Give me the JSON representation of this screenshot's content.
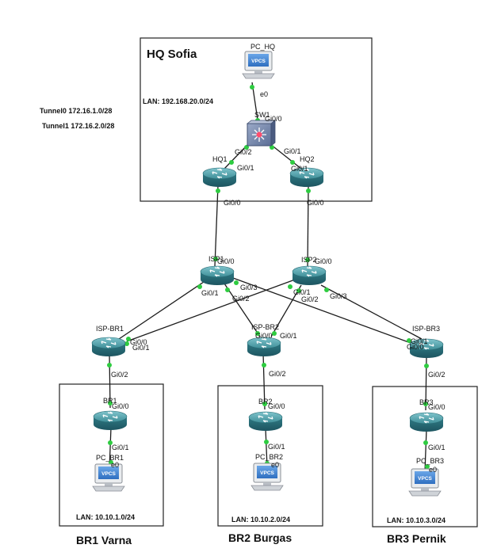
{
  "sites": {
    "hq": {
      "title": "HQ Sofia",
      "lan": "LAN: 192.168.20.0/24"
    },
    "br1": {
      "title": "BR1 Varna",
      "lan": "LAN: 10.10.1.0/24"
    },
    "br2": {
      "title": "BR2 Burgas",
      "lan": "LAN: 10.10.2.0/24"
    },
    "br3": {
      "title": "BR3 Pernik",
      "lan": "LAN: 10.10.3.0/24"
    }
  },
  "tunnels": [
    "Tunnel0 172.16.1.0/28",
    "Tunnel1 172.16.2.0/28"
  ],
  "devices": {
    "pc_hq": "PC_HQ",
    "sw1": "SW1",
    "hq1": "HQ1",
    "hq2": "HQ2",
    "isp1": "ISP1",
    "isp2": "ISP2",
    "isp_br1": "ISP-BR1",
    "isp_br2": "ISP-BR2",
    "isp_br3": "ISP-BR3",
    "br1": "BR1",
    "br2": "BR2",
    "br3": "BR3",
    "pc_br1": "PC_BR1",
    "pc_br2": "PC_BR2",
    "pc_br3": "PC_BR3"
  },
  "vpcs_label": "VPCS",
  "ports": {
    "pc_hq_e0": "e0",
    "sw1_gi00": "Gi0/0",
    "sw1_gi02": "Gi0/2",
    "sw1_gi01": "Gi0/1",
    "hq1_gi01": "Gi0/1",
    "hq2_gi01": "Gi0/1",
    "hq1_gi00": "Gi0/0",
    "hq2_gi00": "Gi0/0",
    "isp1_gi00": "Gi0/0",
    "isp2_gi00": "Gi0/0",
    "isp1_gi01": "Gi0/1",
    "isp1_gi02": "Gi0/2",
    "isp1_gi03": "Gi0/3",
    "isp2_gi01": "Gi0/1",
    "isp2_gi02": "Gi0/2",
    "isp2_gi03": "Gi0/3",
    "ispbr1_gi00": "Gi0/0",
    "ispbr1_gi01": "Gi0/1",
    "ispbr1_gi02": "Gi0/2",
    "ispbr2_gi00": "Gi0/0",
    "ispbr2_gi01": "Gi0/1",
    "ispbr2_gi02": "Gi0/2",
    "ispbr3_gi00": "Gi0/0",
    "ispbr3_gi01": "Gi0/1",
    "ispbr3_gi02": "Gi0/2",
    "br1_gi00": "Gi0/0",
    "br1_gi01": "Gi0/1",
    "br2_gi00": "Gi0/0",
    "br2_gi01": "Gi0/1",
    "br3_gi00": "Gi0/0",
    "br3_gi01": "Gi0/1",
    "pc_br1_e0": "e0",
    "pc_br2_e0": "e0",
    "pc_br3_e0": "e0"
  }
}
